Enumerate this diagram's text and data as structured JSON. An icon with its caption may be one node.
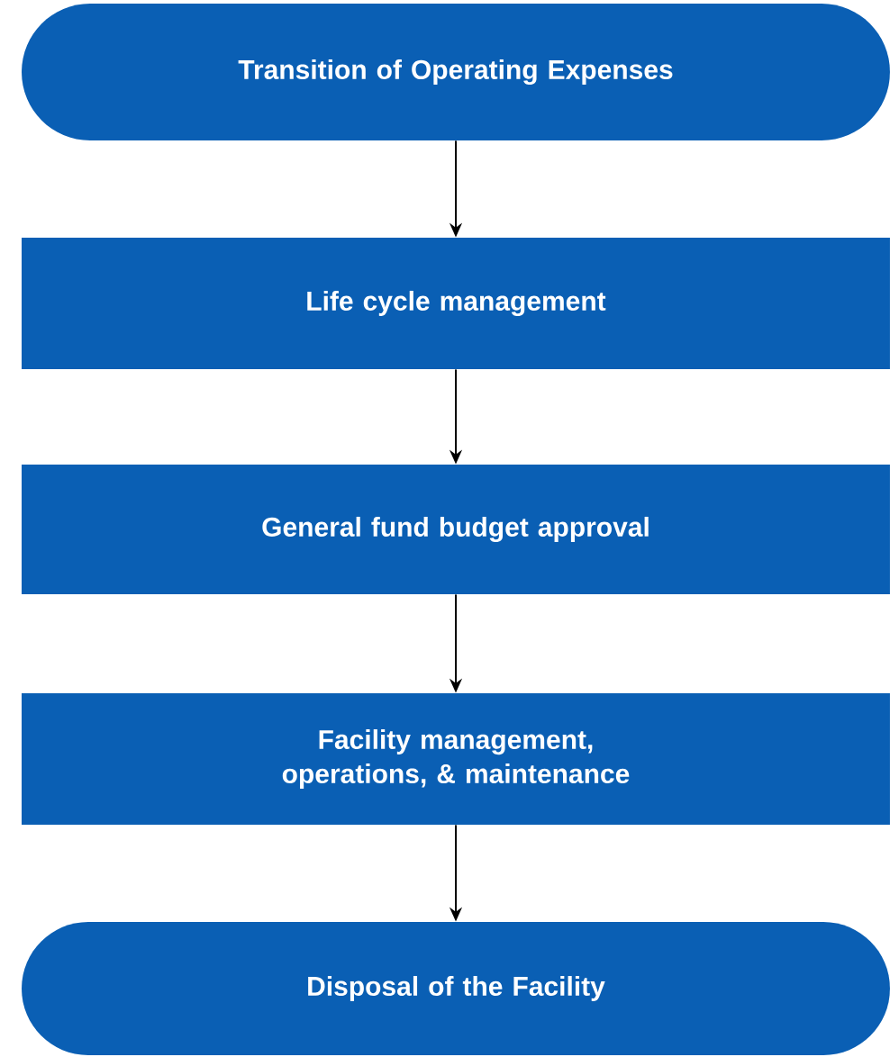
{
  "diagram": {
    "nodes": [
      {
        "text": [
          "Transition of Operating Expenses"
        ]
      },
      {
        "text": [
          "Life cycle management"
        ]
      },
      {
        "text": [
          "General fund budget approval"
        ]
      },
      {
        "text": [
          "Facility management, operations, & maintenance"
        ]
      },
      {
        "text": [
          "Disposal of the Facility"
        ]
      }
    ],
    "edges": [
      {
        "from": 0,
        "to": 1,
        "arrow": "to"
      },
      {
        "from": 1,
        "to": 2,
        "arrow": "to"
      },
      {
        "from": 2,
        "to": 3,
        "arrow": "to"
      },
      {
        "from": 3,
        "to": 4,
        "arrow": "to"
      }
    ]
  }
}
